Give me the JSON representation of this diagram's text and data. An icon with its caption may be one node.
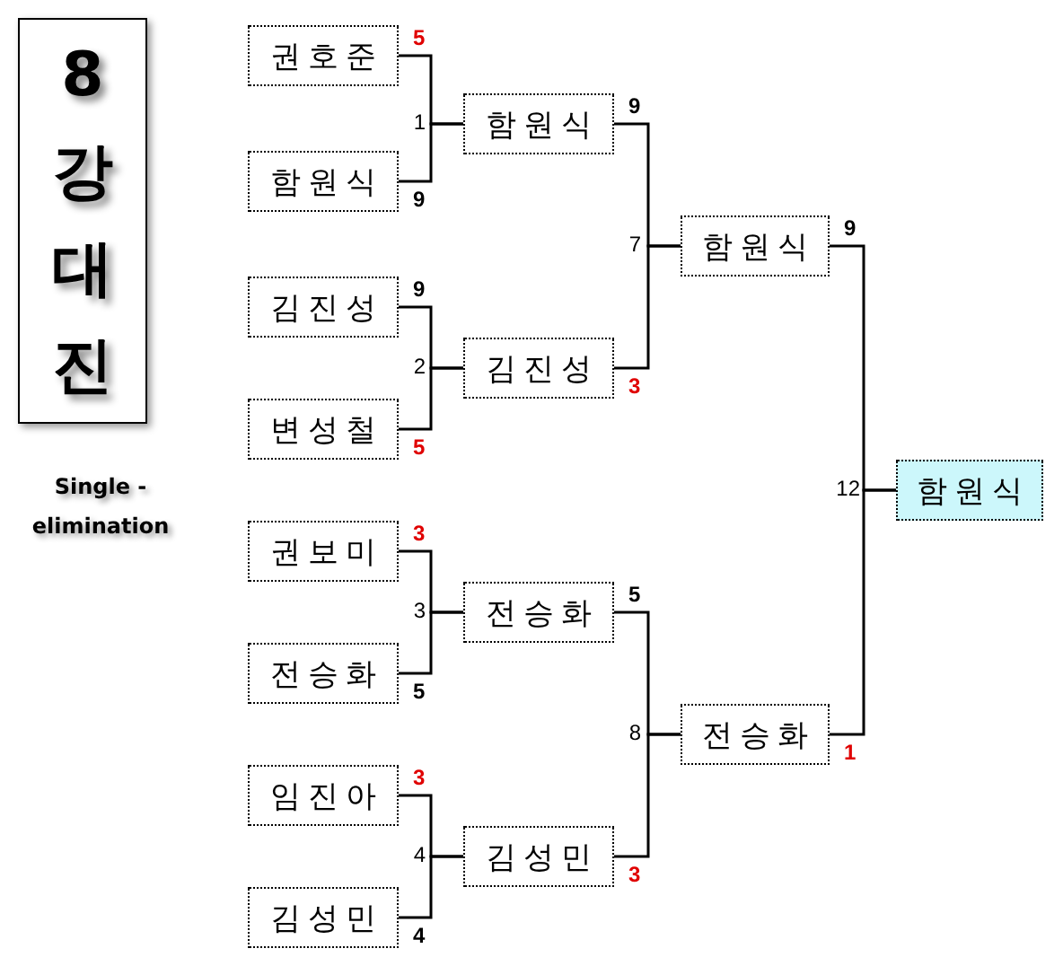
{
  "diagram": {
    "nodes": [
      {
        "text": [
          "8강대진"
        ]
      },
      {
        "text": [
          "권호준"
        ],
        "beside": [
          "5"
        ]
      },
      {
        "text": [
          "함원식"
        ],
        "beside": [
          "9"
        ]
      },
      {
        "text": [
          "김진성"
        ],
        "beside": [
          "9"
        ]
      },
      {
        "text": [
          "변성철"
        ],
        "beside": [
          "5"
        ]
      },
      {
        "text": [
          "권보미"
        ],
        "beside": [
          "3"
        ]
      },
      {
        "text": [
          "전승화"
        ],
        "beside": [
          "5"
        ]
      },
      {
        "text": [
          "임진아"
        ],
        "beside": [
          "3"
        ]
      },
      {
        "text": [
          "김성민"
        ],
        "beside": [
          "4"
        ]
      },
      {
        "text": [
          "함원식"
        ],
        "beside": [
          "9"
        ]
      },
      {
        "text": [
          "김진성"
        ],
        "beside": [
          "3"
        ]
      },
      {
        "text": [
          "전승화"
        ],
        "beside": [
          "5"
        ]
      },
      {
        "text": [
          "김성민"
        ],
        "beside": [
          "3"
        ]
      },
      {
        "text": [
          "함원식"
        ],
        "beside": [
          "9"
        ]
      },
      {
        "text": [
          "전승화"
        ],
        "beside": [
          "1"
        ]
      },
      {
        "text": [
          "함원식"
        ]
      }
    ],
    "edges": [
      {
        "from": 1,
        "to": 9,
        "arrow": "none"
      },
      {
        "from": 2,
        "to": 9,
        "arrow": "none"
      },
      {
        "from": 3,
        "to": 10,
        "arrow": "none"
      },
      {
        "from": 4,
        "to": 10,
        "arrow": "none"
      },
      {
        "from": 5,
        "to": 11,
        "arrow": "none"
      },
      {
        "from": 6,
        "to": 11,
        "arrow": "none"
      },
      {
        "from": 7,
        "to": 12,
        "arrow": "none"
      },
      {
        "from": 8,
        "to": 12,
        "arrow": "none"
      },
      {
        "from": 9,
        "to": 13,
        "arrow": "none"
      },
      {
        "from": 10,
        "to": 13,
        "arrow": "none"
      },
      {
        "from": 11,
        "to": 14,
        "arrow": "none"
      },
      {
        "from": 12,
        "to": 14,
        "arrow": "none"
      },
      {
        "from": 13,
        "to": 15,
        "arrow": "none"
      },
      {
        "from": 14,
        "to": 15,
        "arrow": "none"
      }
    ],
    "labels": [
      "1",
      "7",
      "2",
      "12",
      "Single - elimination",
      "3",
      "8",
      "4"
    ]
  }
}
